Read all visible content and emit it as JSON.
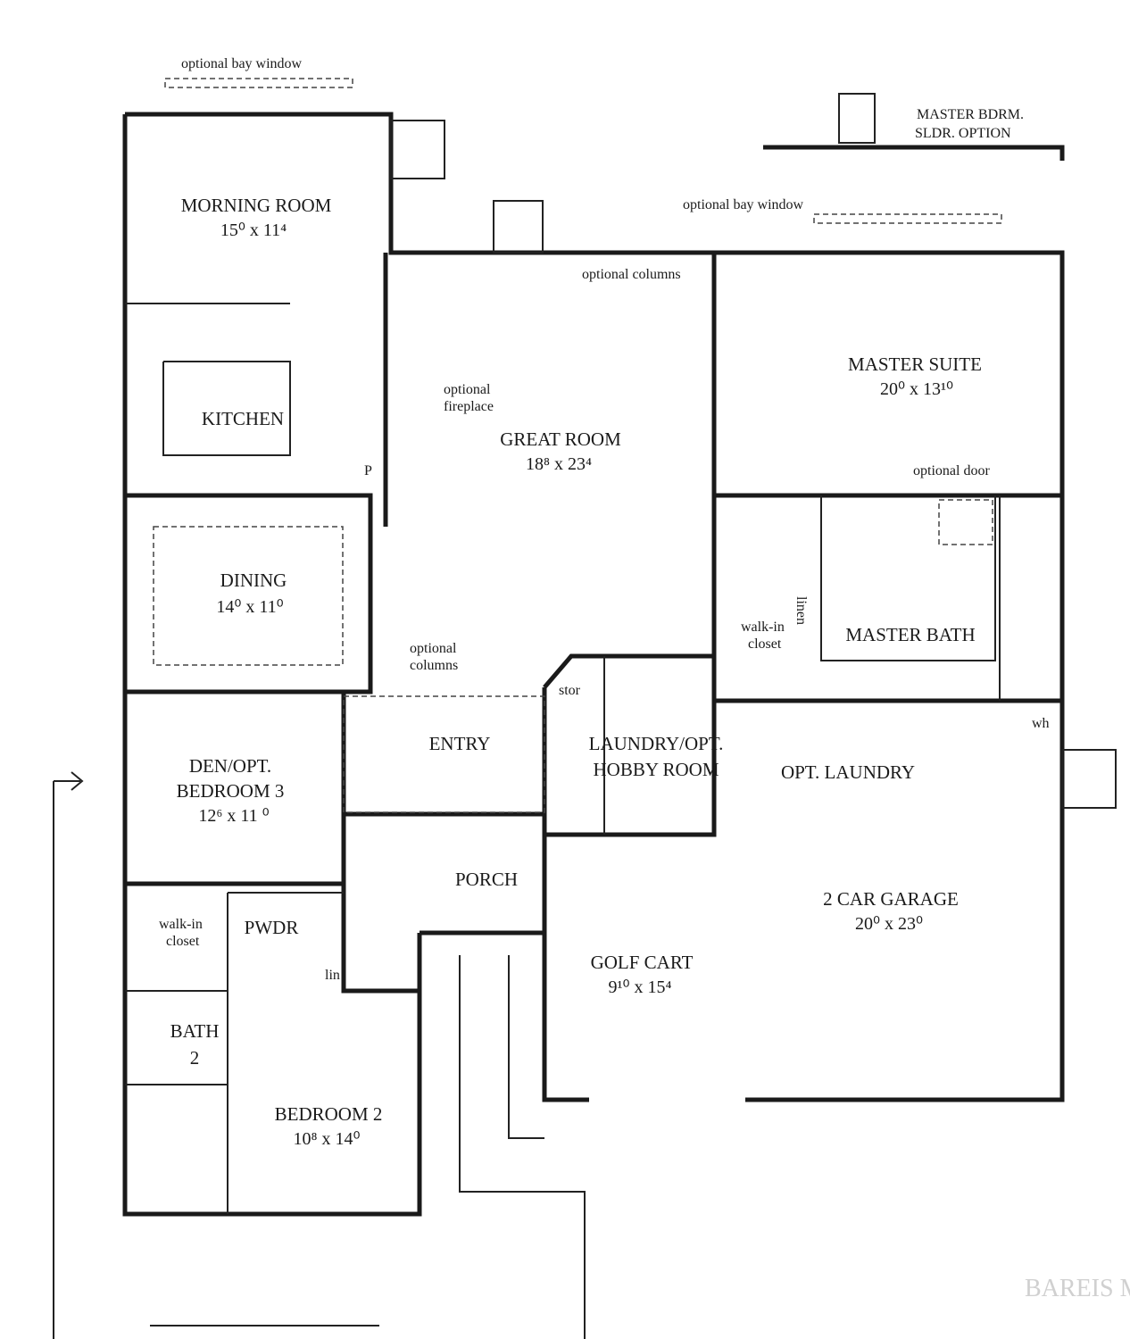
{
  "rooms": {
    "morning_room": {
      "name": "MORNING ROOM",
      "dims": "15⁰ x 11⁴"
    },
    "kitchen": {
      "name": "KITCHEN"
    },
    "dining": {
      "name": "DINING",
      "dims": "14⁰ x 11⁰"
    },
    "great_room": {
      "name": "GREAT ROOM",
      "dims": "18⁸ x 23⁴"
    },
    "master_suite": {
      "name": "MASTER SUITE",
      "dims": "20⁰ x 13¹⁰"
    },
    "master_bath": {
      "name": "MASTER BATH"
    },
    "den": {
      "name1": "DEN/OPT.",
      "name2": "BEDROOM 3",
      "dims": "12⁶ x 11 ⁰"
    },
    "entry": {
      "name": "ENTRY"
    },
    "laundry": {
      "name1": "LAUNDRY/OPT.",
      "name2": "HOBBY ROOM"
    },
    "opt_laundry": {
      "name": "OPT. LAUNDRY"
    },
    "porch": {
      "name": "PORCH"
    },
    "garage": {
      "name": "2 CAR GARAGE",
      "dims": "20⁰ x 23⁰"
    },
    "golf_cart": {
      "name": "GOLF CART",
      "dims": "9¹⁰ x 15⁴"
    },
    "pwdr": {
      "name": "PWDR"
    },
    "bath2": {
      "name1": "BATH",
      "name2": "2"
    },
    "bedroom2": {
      "name": "BEDROOM 2",
      "dims": "10⁸ x 14⁰"
    }
  },
  "notes": {
    "bay_window_1": "optional bay window",
    "bay_window_2": "optional bay window",
    "master_sldr_1": "MASTER BDRM.",
    "master_sldr_2": "SLDR. OPTION",
    "columns_top": "optional columns",
    "fireplace_1": "optional",
    "fireplace_2": "fireplace",
    "columns_mid_1": "optional",
    "columns_mid_2": "columns",
    "optional_door": "optional door",
    "walkin_master_1": "walk-in",
    "walkin_master_2": "closet",
    "walkin_2_1": "walk-in",
    "walkin_2_2": "closet",
    "stor": "stor",
    "linen": "linen",
    "lin": "lin",
    "pantry": "P",
    "wh": "wh"
  },
  "watermark": "BAREIS MLS"
}
